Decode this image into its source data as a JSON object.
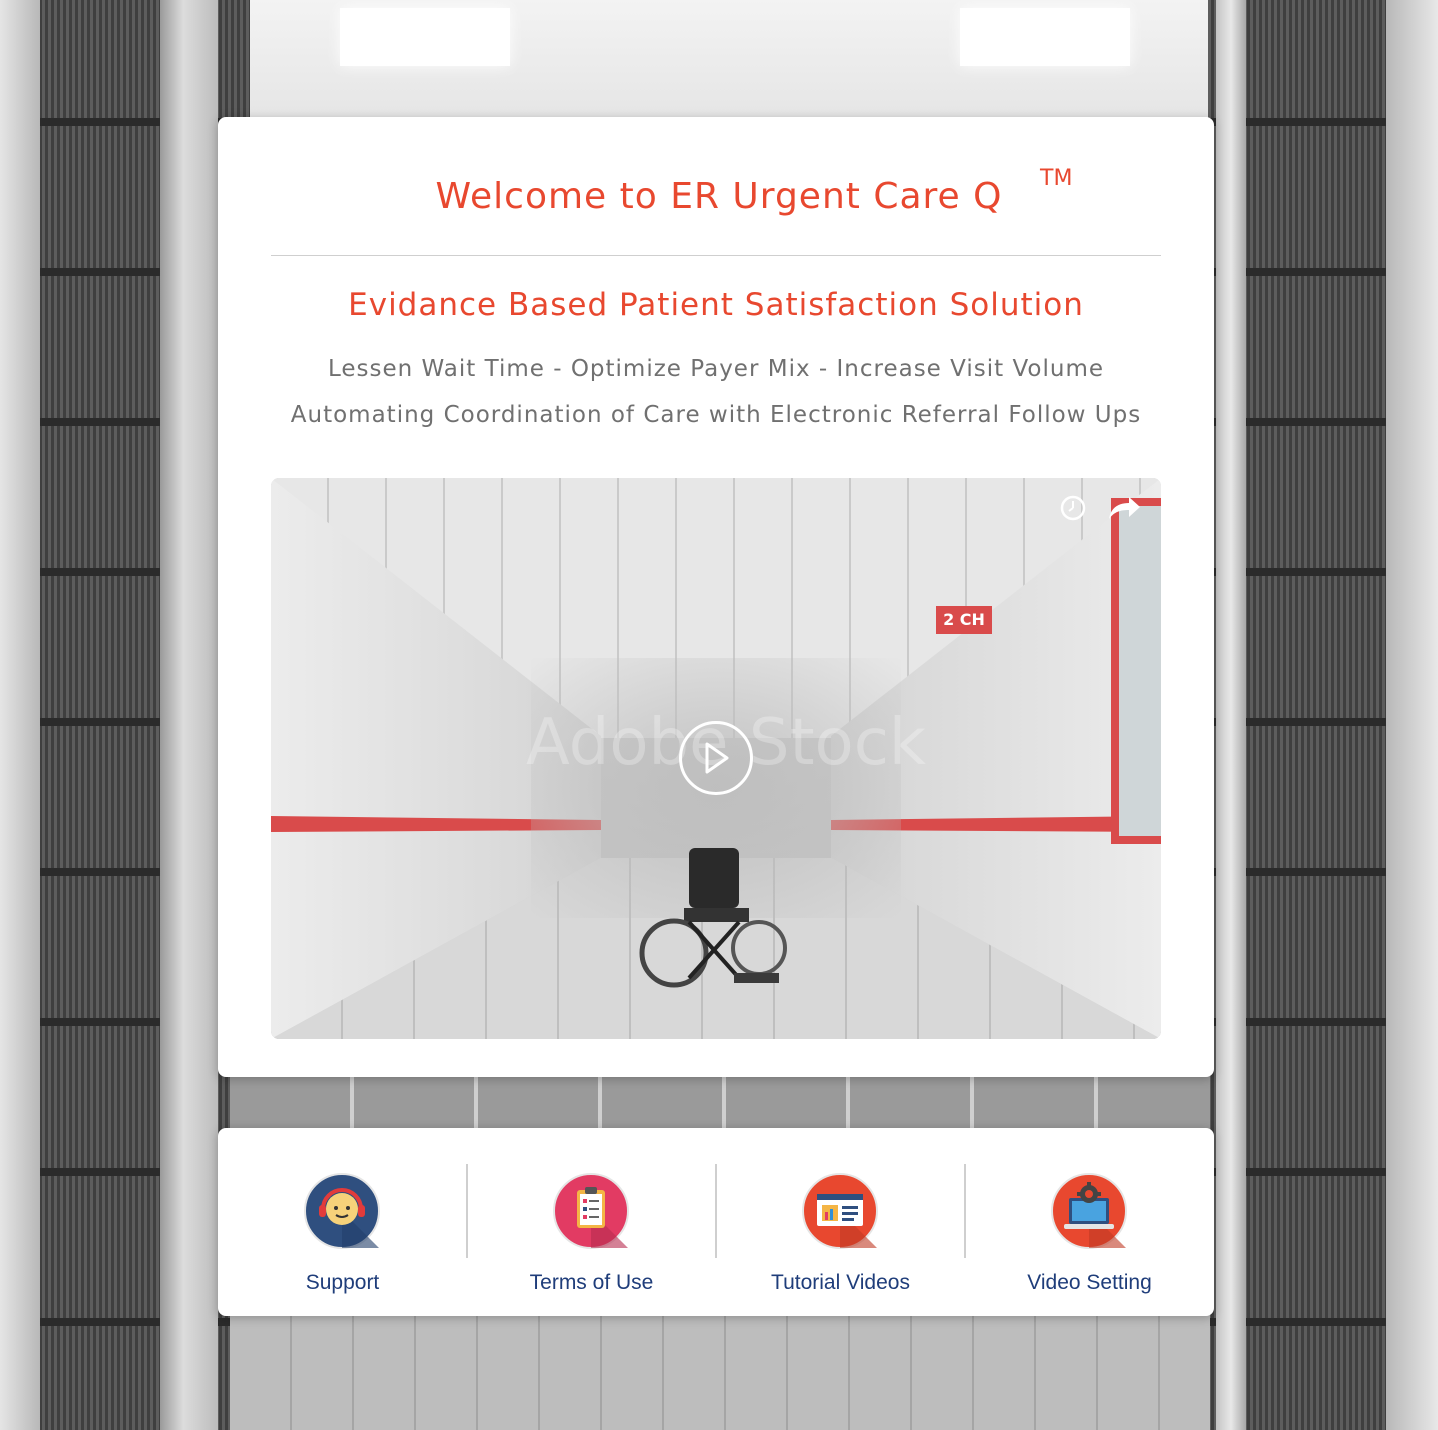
{
  "header": {
    "title": "Welcome to ER Urgent Care Q",
    "trademark": "TM",
    "subtitle": "Evidance Based Patient Satisfaction Solution",
    "tagline_1": "Lessen Wait Time - Optimize Payer Mix - Increase Visit Volume",
    "tagline_2": "Automating Coordination of Care with Electronic Referral Follow Ups"
  },
  "video": {
    "watermark": "Adobe Stock",
    "sign_label": "2 CH"
  },
  "menu": {
    "items": [
      {
        "label": "Support",
        "icon": "support-agent-icon",
        "color": "#2f4f7f"
      },
      {
        "label": "Terms of Use",
        "icon": "clipboard-checklist-icon",
        "color": "#e23b63"
      },
      {
        "label": "Tutorial Videos",
        "icon": "presentation-icon",
        "color": "#e8482f"
      },
      {
        "label": "Video Setting",
        "icon": "laptop-gear-icon",
        "color": "#e8482f"
      }
    ]
  },
  "colors": {
    "accent": "#e8482f",
    "tagline": "#707070",
    "menu_label": "#1f3d7a"
  }
}
